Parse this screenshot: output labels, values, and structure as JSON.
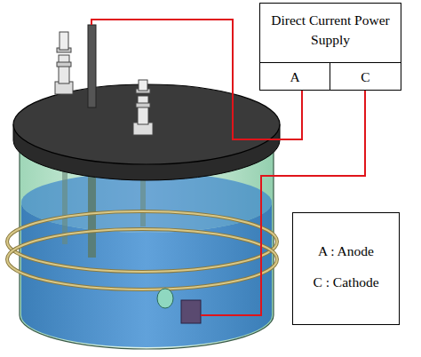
{
  "diagram": {
    "nodes": [
      {
        "text": [
          "Direct Current Power Supply"
        ]
      },
      {
        "text": [
          "A"
        ],
        "in": 0
      },
      {
        "text": [
          "C"
        ],
        "in": 0
      },
      {
        "text": [
          "A : Anode",
          "C : Cathode"
        ]
      }
    ]
  }
}
